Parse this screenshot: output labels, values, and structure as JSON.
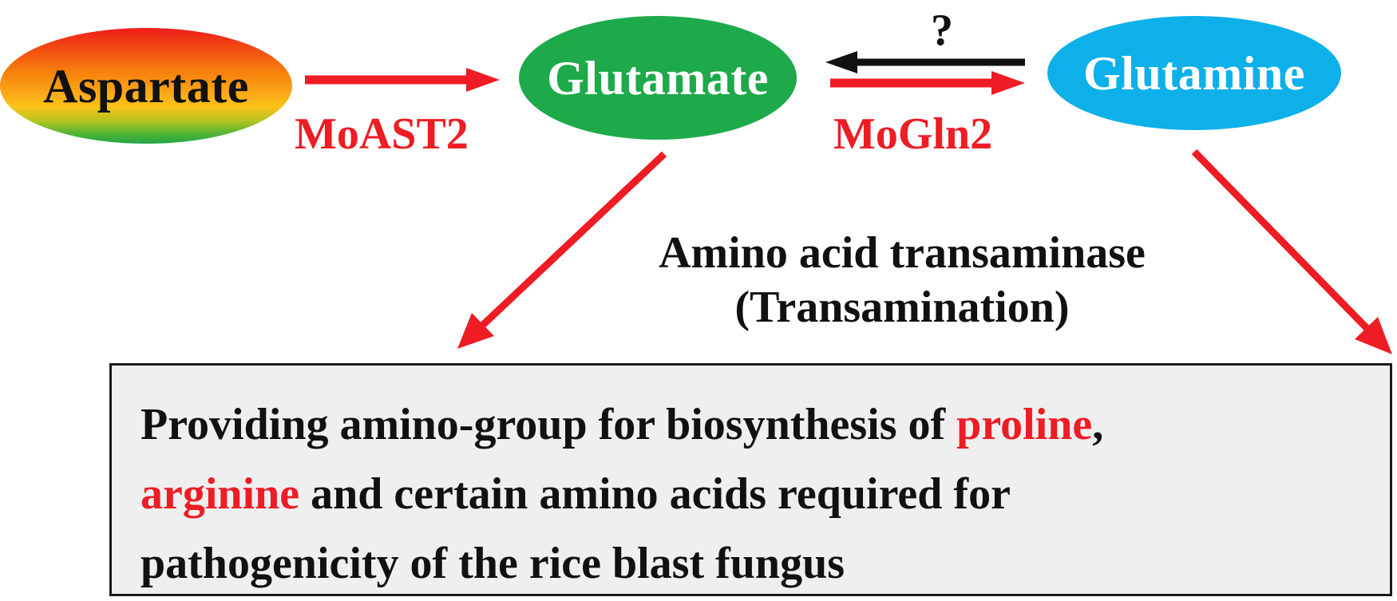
{
  "nodes": {
    "aspartate": "Aspartate",
    "glutamate": "Glutamate",
    "glutamine": "Glutamine"
  },
  "enzymes": {
    "moast2": "MoAST2",
    "mogln2": "MoGln2"
  },
  "question_mark": "?",
  "transaminase": {
    "line1": "Amino acid transaminase",
    "line2": "(Transamination)"
  },
  "result": {
    "line1_text": "Providing amino-group for biosynthesis of ",
    "line1_highlight": "proline",
    "line1_end": ",",
    "line2_highlight": "arginine",
    "line2_text": " and certain amino acids required for",
    "line3_text": "pathogenicity of the rice blast fungus"
  },
  "colors": {
    "arrow_red": "#ee1c24",
    "arrow_black": "#111111",
    "glutamate_fill": "#1ea94a",
    "glutamine_fill": "#0db0e8",
    "highlight_text": "#ee1c24",
    "box_fill": "#efefef"
  }
}
